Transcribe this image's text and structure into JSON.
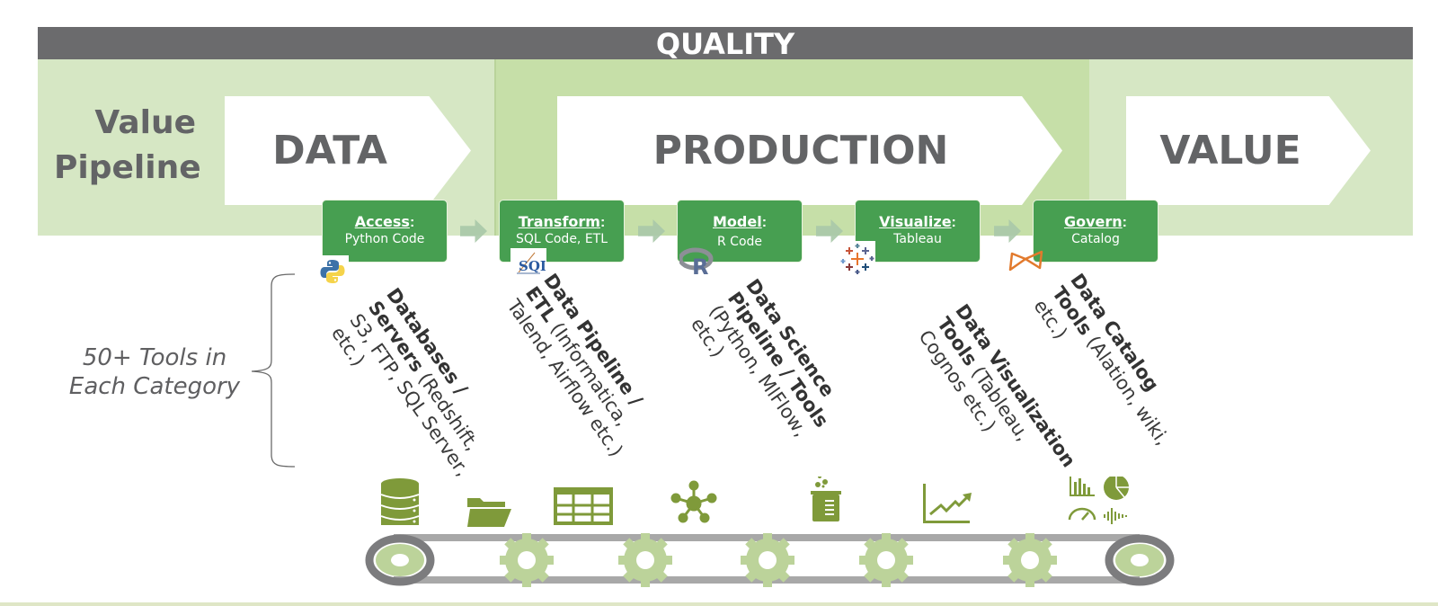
{
  "header": {
    "quality_label": "QUALITY"
  },
  "pipeline": {
    "label_line1": "Value",
    "label_line2": "Pipeline",
    "stages": [
      {
        "label": "DATA"
      },
      {
        "label": "PRODUCTION"
      },
      {
        "label": "VALUE"
      }
    ]
  },
  "steps": [
    {
      "name": "Access",
      "detail": "Python Code",
      "logo": "python-logo"
    },
    {
      "name": "Transform",
      "detail": "SQL Code, ETL",
      "logo": "sql-logo"
    },
    {
      "name": "Model",
      "detail": "R Code",
      "logo": "r-logo"
    },
    {
      "name": "Visualize",
      "detail": "Tableau",
      "logo": "tableau-logo"
    },
    {
      "name": "Govern",
      "detail": "Catalog",
      "logo": "alation-logo"
    }
  ],
  "tool_categories": [
    {
      "title": "Databases / Servers",
      "examples": "(Redshift, S3, FTP, SQL Server, etc.)"
    },
    {
      "title": "Data Pipeline / ETL",
      "examples": "(Informatica, Talend, Airflow etc.)"
    },
    {
      "title": "Data Science Pipeline / Tools",
      "examples": "(Python, MlFlow, etc.)"
    },
    {
      "title": "Data Visualization Tools",
      "examples": "(Tableau, Cognos etc.)"
    },
    {
      "title": "Data Catalog Tools",
      "examples": "(Alation, wiki, etc.)"
    }
  ],
  "tools_note": {
    "line1": "50+ Tools in",
    "line2": "Each Category"
  },
  "conveyor": {
    "icons": [
      "database-icon",
      "folder-icon",
      "table-grid-icon",
      "network-node-icon",
      "beaker-icon",
      "line-chart-icon",
      "dashboard-icon"
    ]
  },
  "colors": {
    "quality_bar": "#6b6b6d",
    "band_light": "#d6e7c4",
    "band_mid": "#c6dfa8",
    "step_green": "#479f51",
    "icon_green": "#7f9a3a",
    "gear_green": "#bcd39a",
    "belt_gray": "#a8a8a8"
  }
}
